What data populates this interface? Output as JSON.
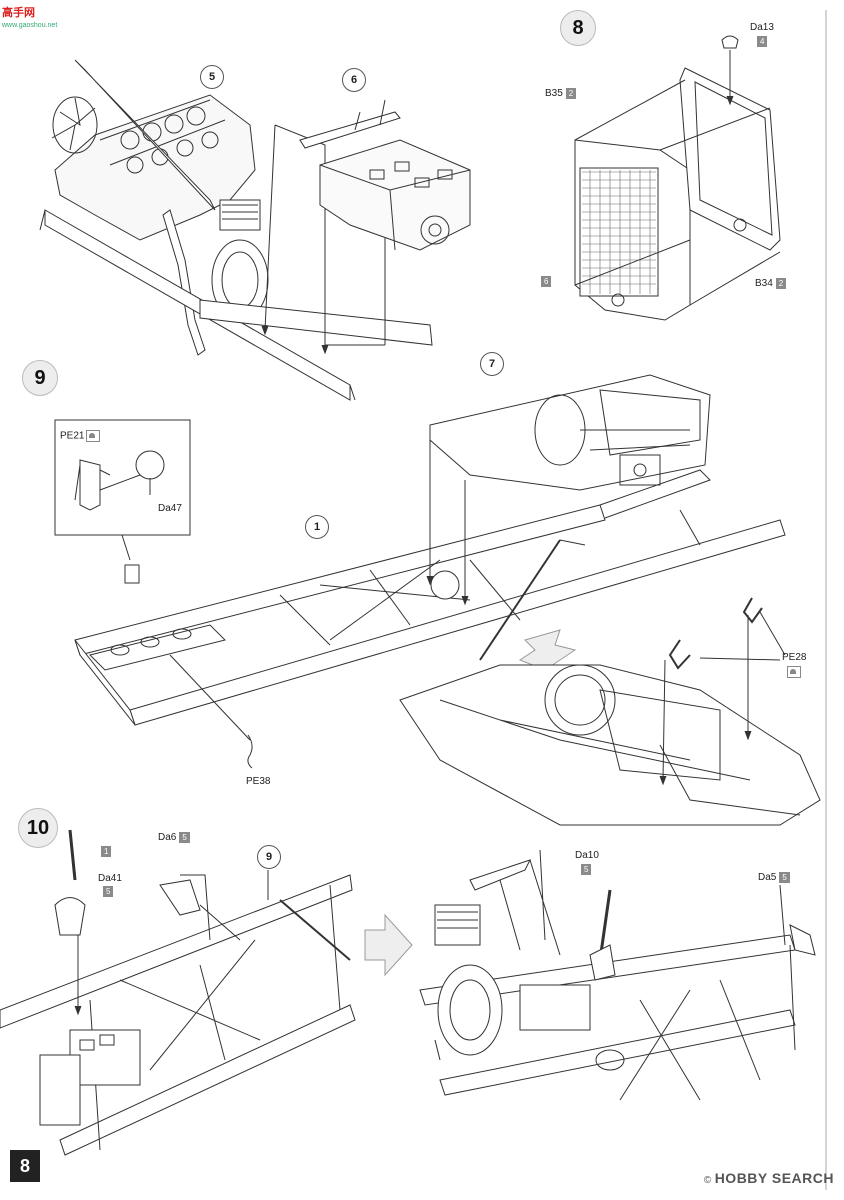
{
  "site_logo": {
    "text": "高手网",
    "sub": "www.gaoshou.net"
  },
  "steps": {
    "s8": "8",
    "s9": "9",
    "s10": "10"
  },
  "parts": {
    "p1": "1",
    "p5": "5",
    "p6": "6",
    "p7": "7",
    "p9": "9"
  },
  "callouts": {
    "da13": {
      "name": "Da13",
      "qty": "4"
    },
    "b35": {
      "name": "B35",
      "qty": "2"
    },
    "six": {
      "qty": "6"
    },
    "b34": {
      "name": "B34",
      "qty": "2"
    },
    "pe21": {
      "name": "PE21"
    },
    "da47": {
      "name": "Da47"
    },
    "pe28": {
      "name": "PE28"
    },
    "pe38": {
      "name": "PE38"
    },
    "one": {
      "qty": "1"
    },
    "da41": {
      "name": "Da41",
      "qty": "5"
    },
    "da6": {
      "name": "Da6",
      "qty": "5"
    },
    "da10": {
      "name": "Da10",
      "qty": "5"
    },
    "da5": {
      "name": "Da5",
      "qty": "5"
    }
  },
  "page_number": "8",
  "watermark": {
    "symbol": "©",
    "text": "HOBBY SEARCH"
  },
  "colors": {
    "line": "#333333",
    "tag_bg": "#8a8a8a",
    "step_bg": "#ededed"
  }
}
